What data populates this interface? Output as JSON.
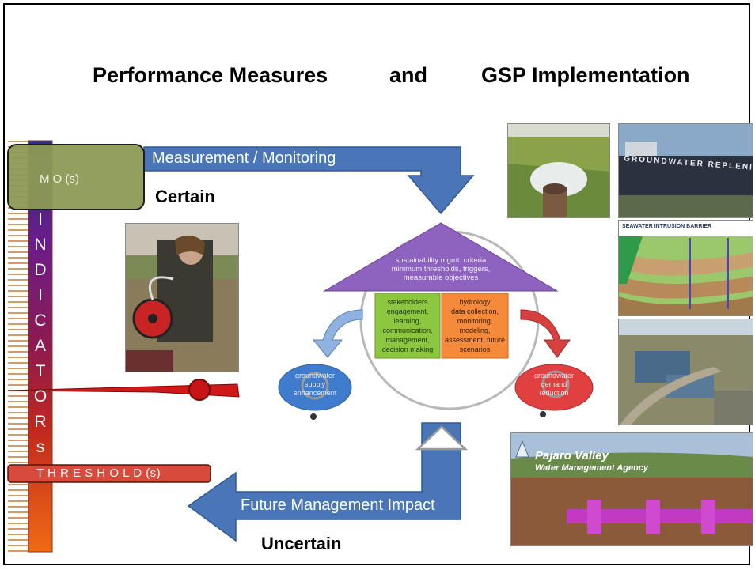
{
  "title": {
    "left": "Performance Measures",
    "middle": "and",
    "right": "GSP Implementation"
  },
  "gauge": {
    "mo_label": "M O (s)",
    "indicator_letters": [
      "I",
      "N",
      "D",
      "I",
      "C",
      "A",
      "T",
      "O",
      "R",
      "s"
    ],
    "threshold_label": "T H R E S H O L D (s)"
  },
  "arrows": {
    "top_label": "Measurement / Monitoring",
    "bottom_label": "Future Management Impact"
  },
  "status": {
    "certain": "Certain",
    "uncertain": "Uncertain"
  },
  "diagram": {
    "roof_lines": [
      "sustainability mgmt. criteria",
      "minimum thresholds, triggers,",
      "measurable objectives"
    ],
    "green_box": [
      "stakeholders",
      "engagement,",
      "learning,",
      "communication,",
      "management,",
      "decision making"
    ],
    "orange_box": [
      "hydrology",
      "data collection,",
      "monitoring,",
      "modeling,",
      "assessment, future",
      "scenarios"
    ],
    "left_oval": [
      "groundwater",
      "supply",
      "enhancement"
    ],
    "right_oval": [
      "groundwater",
      "demand",
      "reduction"
    ]
  },
  "photos": {
    "gwrs_sign": "GROUNDWATER REPLENISHMENT",
    "barrier_title": "SEAWATER INTRUSION BARRIER",
    "pajaro_name": "Pajaro Valley",
    "pajaro_agency": "Water Management Agency"
  },
  "colors": {
    "arrow_blue": "#4a76b8",
    "gauge_purple": "#5b2a86",
    "mo_green": "#8c9a55",
    "threshold_red": "#d84a3c",
    "roof_purple": "#8e63c0",
    "green_box": "#8dc63f",
    "orange_box": "#f58a3a"
  }
}
